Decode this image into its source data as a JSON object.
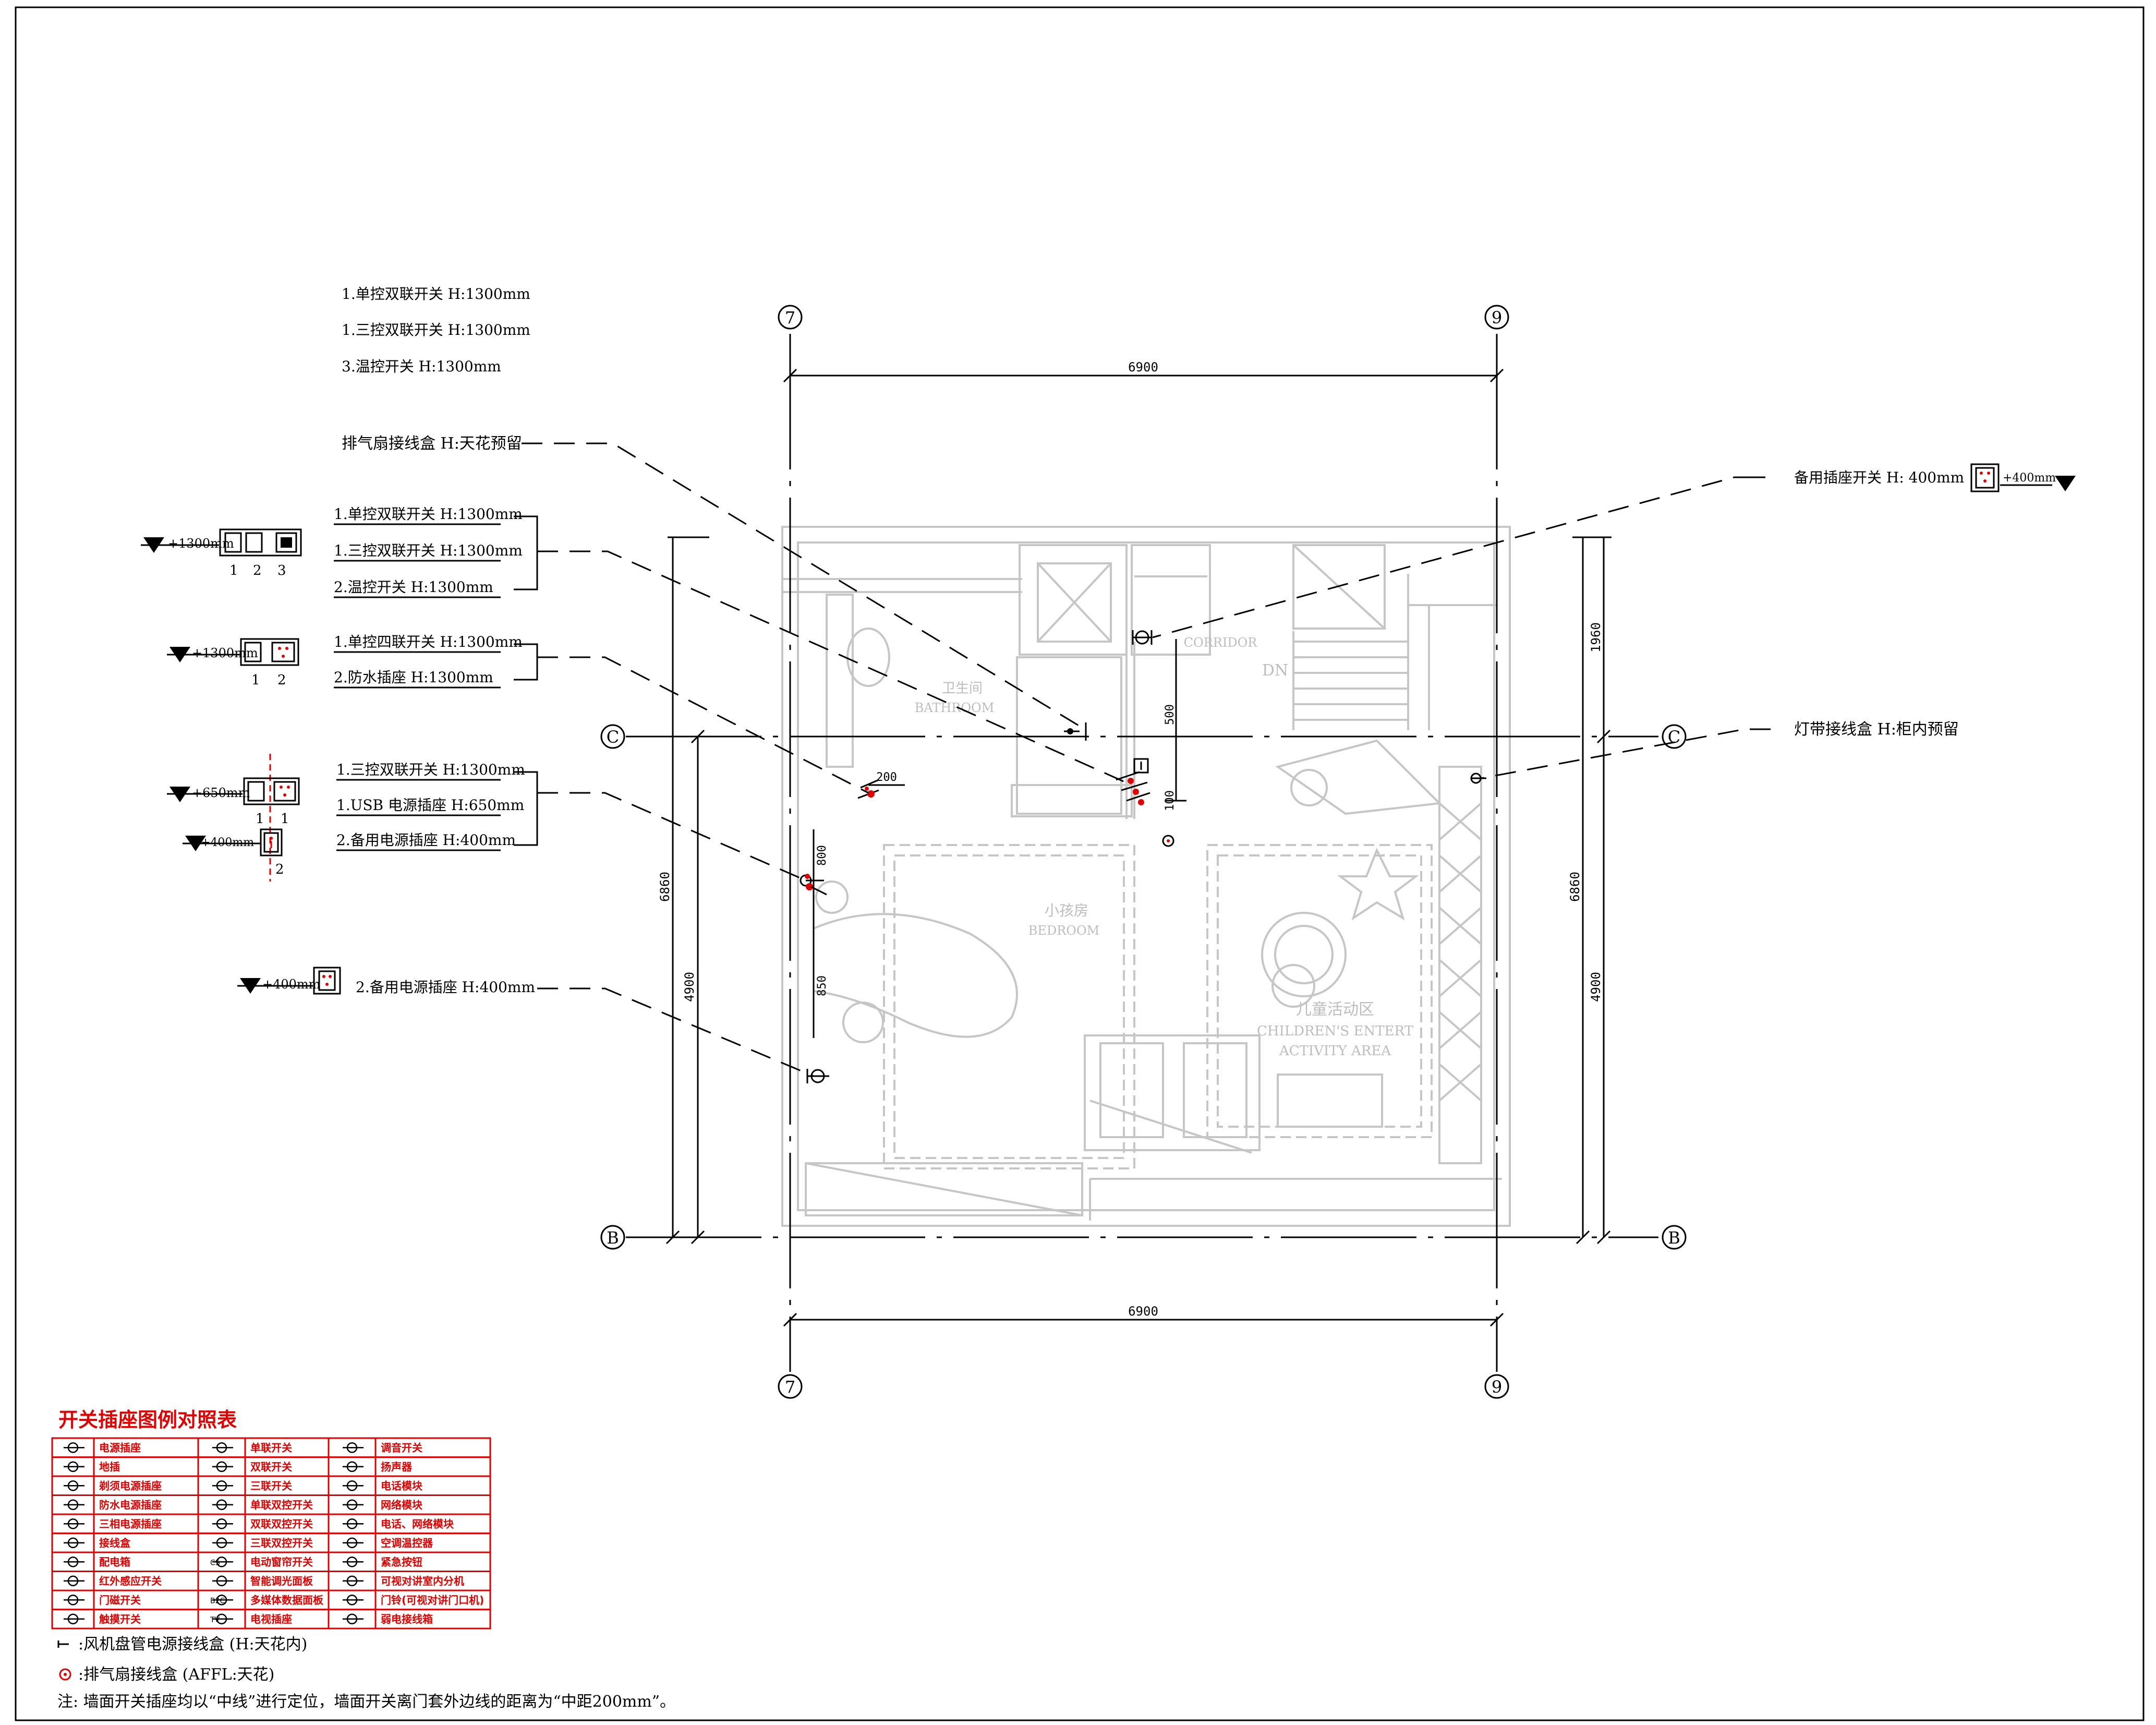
{
  "top_notes": [
    "1.单控双联开关  H:1300mm",
    "1.三控双联开关  H:1300mm",
    "3.温控开关      H:1300mm"
  ],
  "exhaust_label": "排气扇接线盒  H:天花预留",
  "group1": {
    "level": "+1300mm",
    "labels": [
      "1.单控双联开关  H:1300mm",
      "1.三控双联开关  H:1300mm",
      "2.温控开关      H:1300mm"
    ],
    "nums": [
      "1",
      "2",
      "3"
    ]
  },
  "group2": {
    "level": "+1300mm",
    "labels": [
      "1.单控四联开关  H:1300mm",
      "2.防水插座  H:1300mm"
    ],
    "nums": [
      "1",
      "2"
    ]
  },
  "group3": {
    "level_a": "+650mm",
    "level_b": "+400mm",
    "labels": [
      "1.三控双联开关  H:1300mm",
      "1.USB 电源插座  H:650mm",
      "2.备用电源插座  H:400mm"
    ],
    "nums_a": [
      "1",
      "1"
    ],
    "num_b": "2"
  },
  "group4": {
    "level": "+400mm",
    "label": "2.备用电源插座  H:400mm"
  },
  "right1": {
    "label": "备用插座开关 H: 400mm",
    "level": "+400mm"
  },
  "right2": {
    "label": "灯带接线盒  H:柜内预留"
  },
  "axes": {
    "col_left": "7",
    "col_right": "9",
    "row_top": "C",
    "row_bottom": "B"
  },
  "dims": {
    "top": "6900",
    "bottom": "6900",
    "left_total": "6860",
    "left_part": "4900",
    "right_total": "6860",
    "right_upper": "1960",
    "right_lower": "4900",
    "d200": "200",
    "d800": "800",
    "d850": "850",
    "d500": "500",
    "d100": "100"
  },
  "rooms": {
    "bath_cn": "卫生间",
    "bath_en": "BATHROOM",
    "corr_en": "CORRIDOR",
    "dn": "DN",
    "bed_cn": "小孩房",
    "bed_en": "BEDROOM",
    "act_cn": "儿童活动区",
    "act_en1": "CHILDREN'S ENTERT",
    "act_en2": "ACTIVITY AREA"
  },
  "legend": {
    "title": "开关插座图例对照表",
    "col1": [
      "电源插座",
      "地插",
      "剃须电源插座",
      "防水电源插座",
      "三相电源插座",
      "接线盒",
      "配电箱",
      "红外感应开关",
      "门磁开关",
      "触摸开关"
    ],
    "col2": [
      "单联开关",
      "双联开关",
      "三联开关",
      "单联双控开关",
      "双联双控开关",
      "三联双控开关",
      "电动窗帘开关",
      "智能调光面板",
      "多媒体数据面板",
      "电视插座"
    ],
    "col3": [
      "调音开关",
      "扬声器",
      "电话模块",
      "网络模块",
      "电话、网络模块",
      "空调温控器",
      "紧急按钮",
      "可视对讲室内分机",
      "门铃(可视对讲门口机)",
      "弱电接线箱"
    ],
    "col2_codes": [
      "",
      "",
      "",
      "",
      "",
      "",
      "CS",
      "",
      "B2C",
      "TV"
    ]
  },
  "footnotes": {
    "fan": ":风机盘管电源接线盒 (H:天花内)",
    "exhaust": ":排气扇接线盒 (AFFL:天花)",
    "note": "注: 墙面开关插座均以“中线”进行定位，墙面开关离门套外边线的距离为“中距200mm”。"
  },
  "colors": {
    "accent": "#e00000",
    "ghost": "#c6c6c6",
    "ink": "#000000"
  }
}
